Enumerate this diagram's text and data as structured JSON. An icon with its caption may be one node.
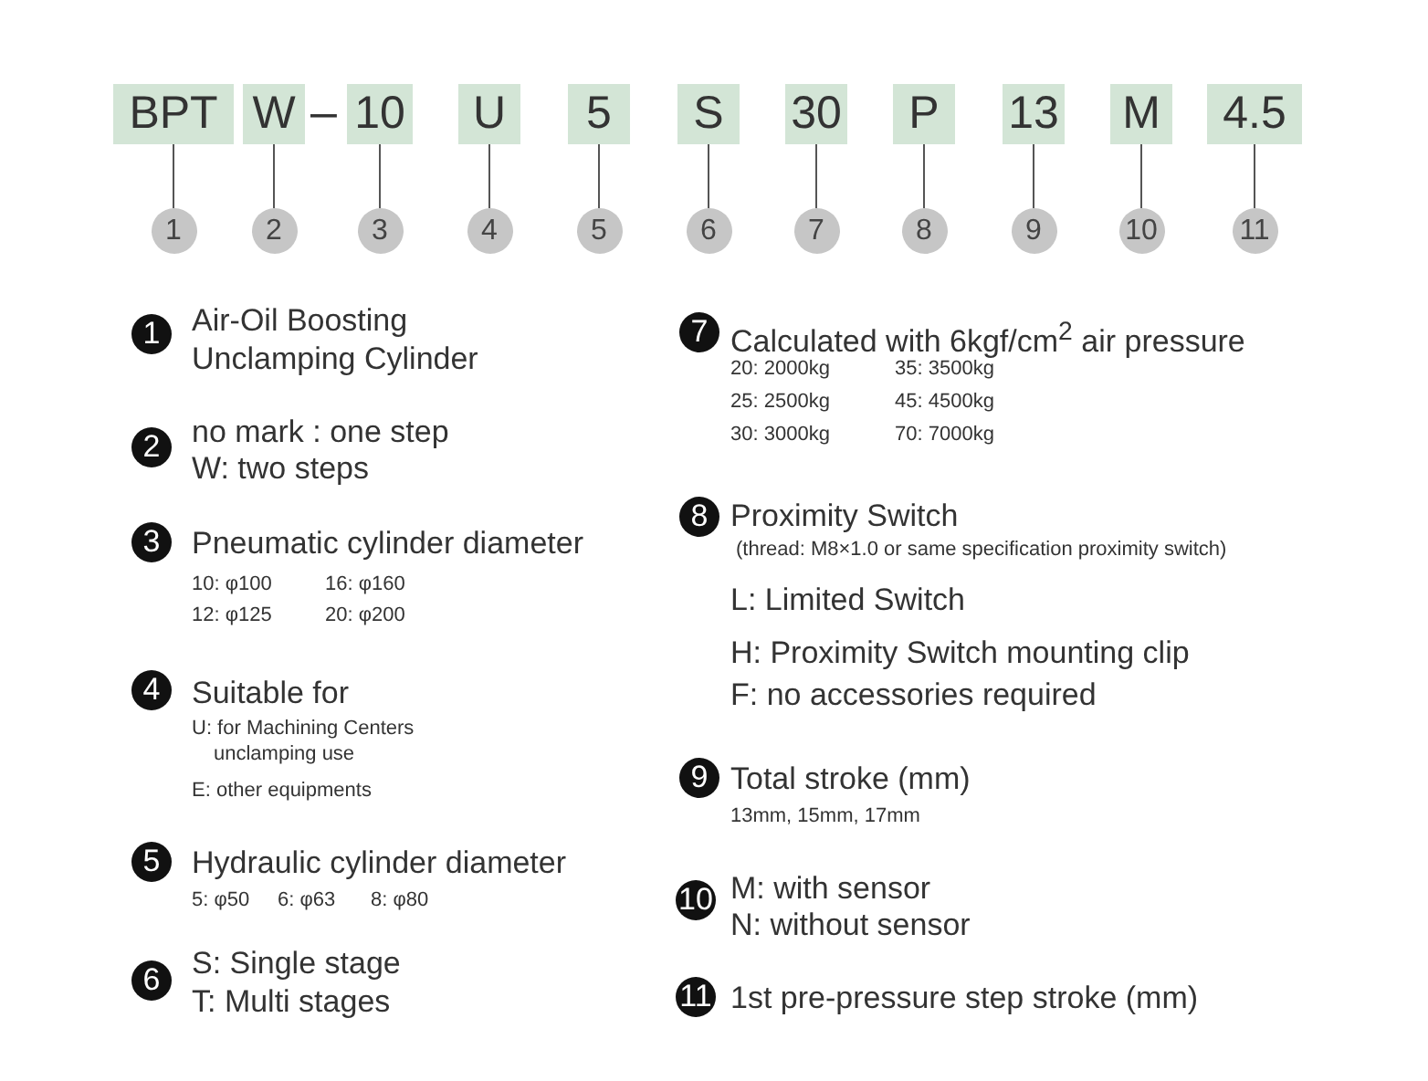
{
  "diagram": {
    "nodes": [
      {
        "text": [
          "BPT"
        ]
      },
      {
        "text": [
          "W"
        ]
      },
      {
        "text": [
          "10"
        ]
      },
      {
        "text": [
          "U"
        ]
      },
      {
        "text": [
          "5"
        ]
      },
      {
        "text": [
          "S"
        ]
      },
      {
        "text": [
          "30"
        ]
      },
      {
        "text": [
          "P"
        ]
      },
      {
        "text": [
          "13"
        ]
      },
      {
        "text": [
          "M"
        ]
      },
      {
        "text": [
          "4.5"
        ]
      },
      {
        "text": [
          "1"
        ]
      },
      {
        "text": [
          "2"
        ]
      },
      {
        "text": [
          "3"
        ]
      },
      {
        "text": [
          "4"
        ]
      },
      {
        "text": [
          "5"
        ]
      },
      {
        "text": [
          "6"
        ]
      },
      {
        "text": [
          "7"
        ]
      },
      {
        "text": [
          "8"
        ]
      },
      {
        "text": [
          "9"
        ]
      },
      {
        "text": [
          "10"
        ]
      },
      {
        "text": [
          "11"
        ]
      }
    ],
    "edges": [
      {
        "from": 0,
        "to": 11,
        "arrow": "none"
      },
      {
        "from": 1,
        "to": 12,
        "arrow": "none"
      },
      {
        "from": 2,
        "to": 13,
        "arrow": "none"
      },
      {
        "from": 3,
        "to": 14,
        "arrow": "none"
      },
      {
        "from": 4,
        "to": 15,
        "arrow": "none"
      },
      {
        "from": 5,
        "to": 16,
        "arrow": "none"
      },
      {
        "from": 6,
        "to": 17,
        "arrow": "none"
      },
      {
        "from": 7,
        "to": 18,
        "arrow": "none"
      },
      {
        "from": 8,
        "to": 19,
        "arrow": "none"
      },
      {
        "from": 9,
        "to": 20,
        "arrow": "none"
      },
      {
        "from": 10,
        "to": 21,
        "arrow": "none"
      }
    ],
    "labels": [
      "–",
      "1",
      "Air-Oil Boosting Unclamping Cylinder",
      "2",
      "no mark : one step",
      "W: two steps",
      "3",
      "Pneumatic cylinder diameter",
      "10: φ100",
      "16: φ160",
      "12: φ125",
      "20: φ200",
      "4",
      "Suitable for",
      "U: for Machining Centers unclamping use",
      "E: other equipments",
      "5",
      "Hydraulic cylinder diameter",
      "5: φ50",
      "6: φ63",
      "8: φ80",
      "6",
      "S: Single stage",
      "T: Multi stages",
      "7",
      "Calculated with 6kgf/cm$^{2}$ air pressure",
      "20: 2000kg",
      "35: 3500kg",
      "25: 2500kg",
      "45: 4500kg",
      "30: 3000kg",
      "70: 7000kg",
      "8",
      "Proximity Switch",
      "(thread: M8×1.0 or same specification proximity switch)",
      "L: Limited Switch",
      "H: Proximity Switch mounting clip",
      "F: no accessories required",
      "9",
      "Total stroke (mm)",
      "13mm, 15mm, 17mm",
      "10",
      "M: with sensor",
      "N: without sensor",
      "11",
      "1st pre-pressure step stroke (mm)"
    ]
  }
}
